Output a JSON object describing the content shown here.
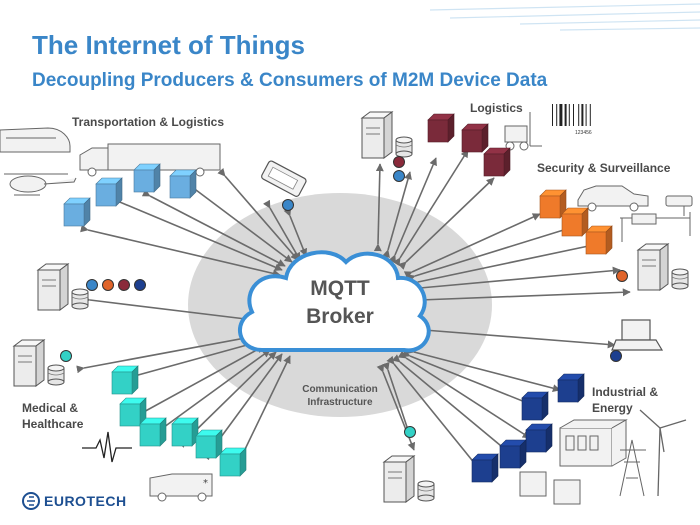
{
  "header": {
    "title": "The Internet of Things",
    "subtitle": "Decoupling Producers & Consumers of M2M Device Data"
  },
  "broker": {
    "label": "MQTT\nBroker"
  },
  "infrastructure": {
    "label": "Communication\nInfrastructure"
  },
  "sectors": {
    "transportation": "Transportation & Logistics",
    "logistics": "Logistics",
    "security": "Security & Surveillance",
    "industrial": "Industrial &\nEnergy",
    "medical": "Medical &\nHealthcare"
  },
  "barcode_text": "123456",
  "logo": {
    "text": "EUROTECH",
    "icon": "eurotech-logo-icon"
  },
  "colors": {
    "title": "#3a86c8",
    "transport_devices": "#6aaee0",
    "logistics_devices": "#7a2a3a",
    "security_devices": "#ef7a2a",
    "industrial_devices": "#1d3f8f",
    "medical_devices": "#33d1c6",
    "cloud_stroke": "#3a8fd6",
    "infrastructure_ellipse": "#d9d9d9",
    "arrows": "#6b6b6b"
  },
  "status_dots": [
    "#3a86c8",
    "#e0642a",
    "#8a2a3a",
    "#1d3f8f",
    "#33d1c6"
  ]
}
